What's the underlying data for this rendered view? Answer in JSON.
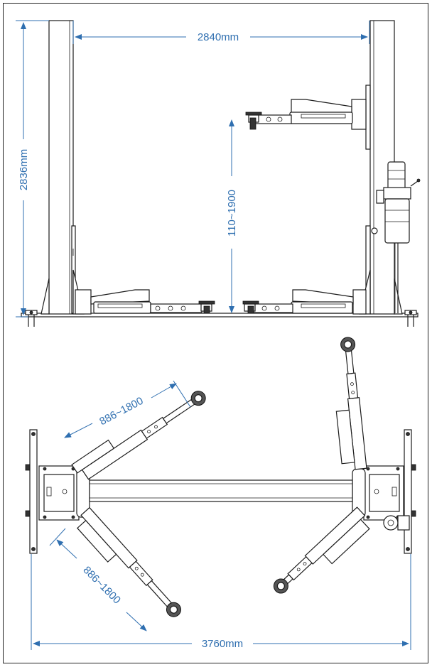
{
  "dimensions": {
    "inner_width": "2840mm",
    "column_height": "2836mm",
    "lift_range": "110~1900",
    "arm_front": "886~1800",
    "arm_rear": "886~1800",
    "overall_width": "3760mm"
  },
  "colors": {
    "dimension": "#2f6fb0",
    "outline": "#1c1c1c"
  }
}
